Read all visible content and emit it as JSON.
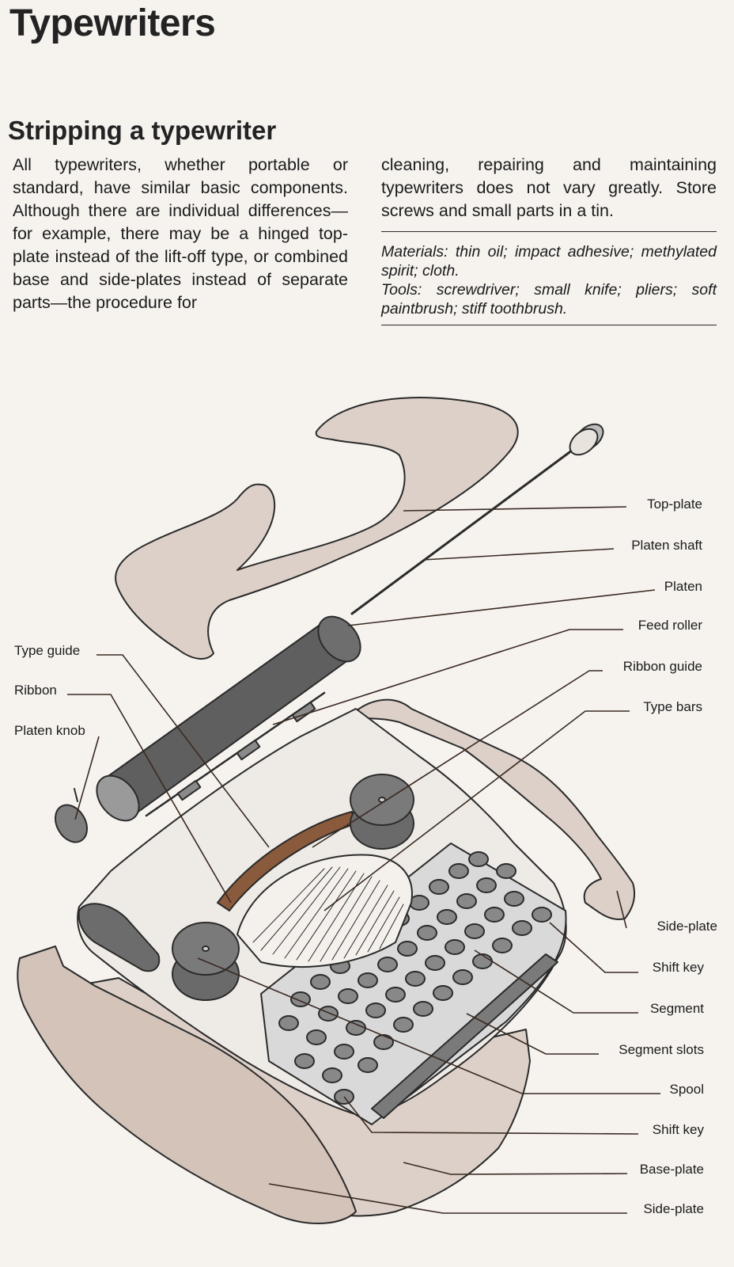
{
  "title": "Typewriters",
  "section": {
    "heading": "Stripping a typewriter",
    "paragraph_left": "All typewriters, whether portable or standard, have similar basic components. Although there are individual differences—for example, there may be a hinged top-plate instead of the lift-off type, or combined base and side-plates instead of separate parts—the procedure for",
    "paragraph_right": "cleaning, repairing and maintaining typewriters does not vary greatly. Store screws and small parts in a tin.",
    "materials": "Materials: thin oil; impact adhesive; methylated spirit; cloth.",
    "tools": "Tools: screwdriver; small knife; pliers; soft paintbrush; stiff toothbrush."
  },
  "diagram": {
    "labels_left": [
      "Type guide",
      "Ribbon",
      "Platen knob"
    ],
    "labels_right": [
      "Top-plate",
      "Platen shaft",
      "Platen",
      "Feed roller",
      "Ribbon guide",
      "Type bars",
      "Side-plate",
      "Shift key",
      "Segment",
      "Segment slots",
      "Spool",
      "Shift key",
      "Base-plate",
      "Side-plate"
    ]
  },
  "colors": {
    "plate_fill": "#ddd0c8",
    "platen_fill": "#5f5f5f",
    "ribbon_fill": "#8a5a3c",
    "leader_line": "#3a2a22"
  }
}
